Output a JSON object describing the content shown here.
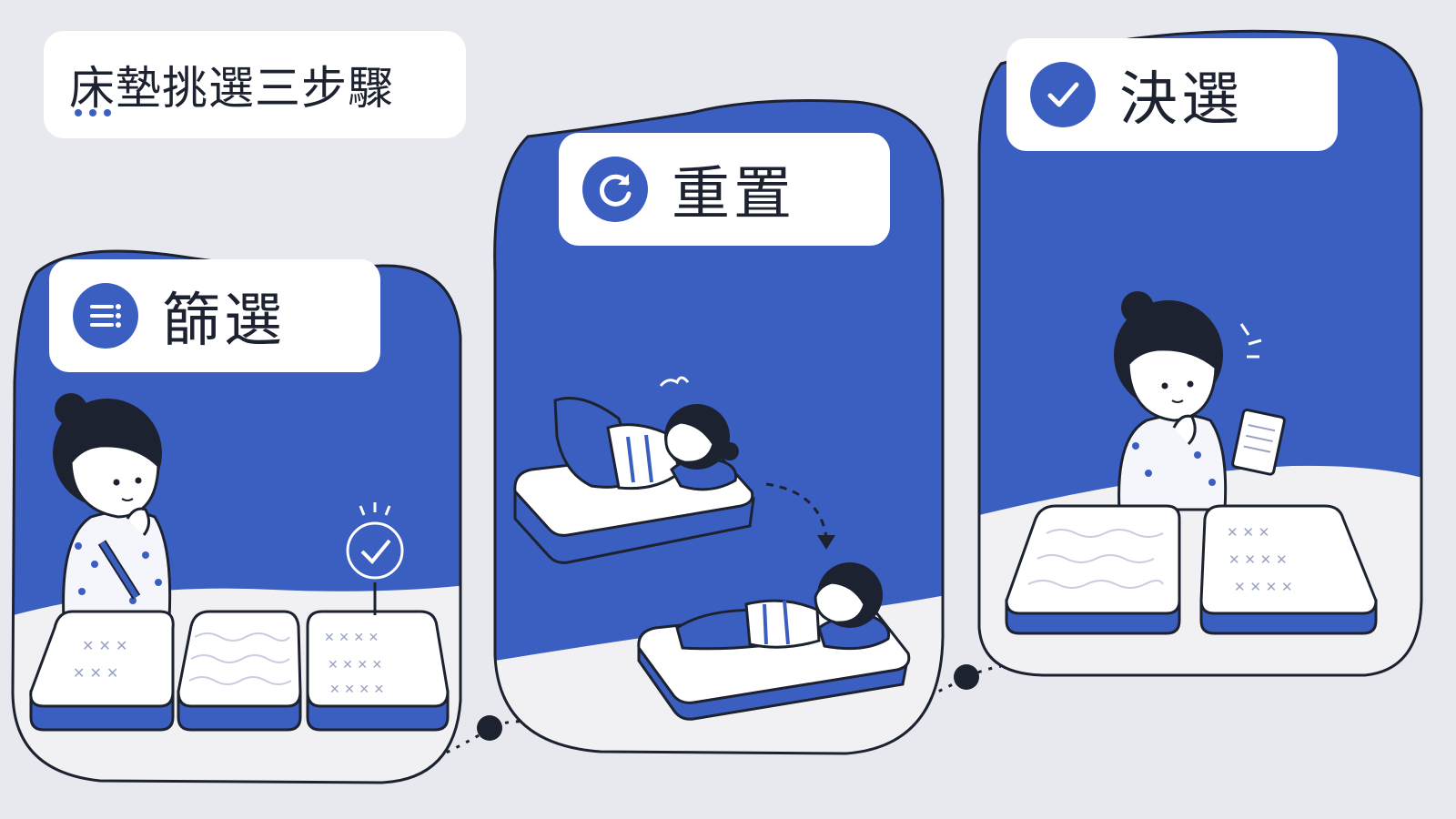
{
  "page": {
    "title": "床墊挑選三步驟",
    "colors": {
      "accent": "#3b5fc0",
      "ink": "#1c2230",
      "background": "#e8e9ee",
      "card": "#ffffff"
    }
  },
  "steps": [
    {
      "label": "篩選",
      "icon": "filter-list-icon"
    },
    {
      "label": "重置",
      "icon": "refresh-icon"
    },
    {
      "label": "決選",
      "icon": "check-circle-icon"
    }
  ]
}
